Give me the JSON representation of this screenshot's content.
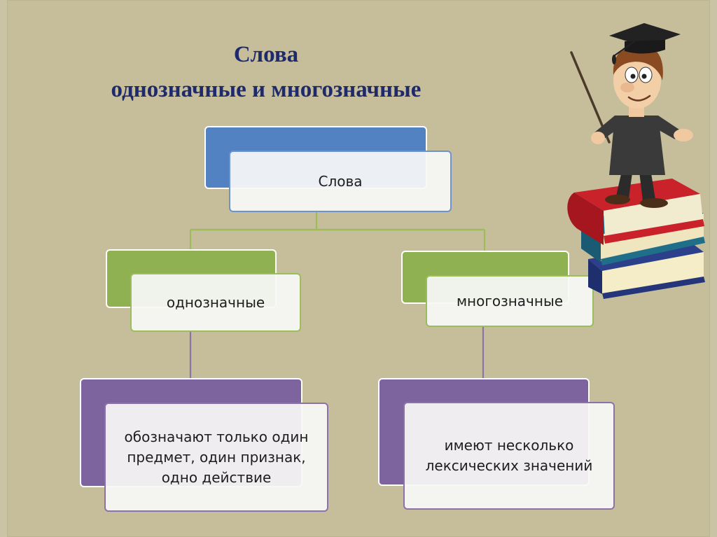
{
  "title": {
    "line1": "Слова",
    "line2": "однозначные и многозначные"
  },
  "diagram": {
    "root": "Слова",
    "branches": [
      {
        "label": "однозначные",
        "description": "обозначают только один предмет, один признак, одно действие"
      },
      {
        "label": "многозначные",
        "description": "имеют несколько лексических значений"
      }
    ]
  },
  "colors": {
    "background": "#c6bd9b",
    "title": "#1f2a6b",
    "root_tab": "#5282c2",
    "branch_tab": "#8fb151",
    "leaf_tab": "#7e649e",
    "connector": "#9bbd5a"
  },
  "illustration": {
    "icon": "professor-with-pointer-on-books-icon"
  }
}
